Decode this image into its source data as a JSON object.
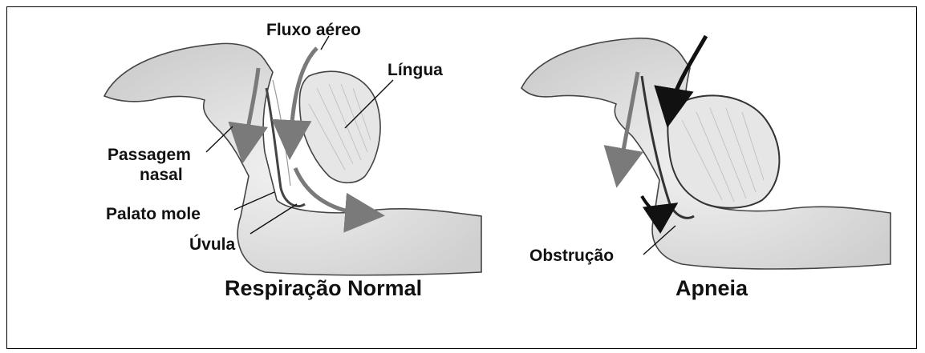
{
  "labels": {
    "airflow": "Fluxo aéreo",
    "tongue": "Língua",
    "nasal_passage_line1": "Passagem",
    "nasal_passage_line2": "nasal",
    "soft_palate": "Palato mole",
    "uvula": "Úvula",
    "obstruction": "Obstrução"
  },
  "titles": {
    "normal": "Respiração Normal",
    "apnea": "Apneia"
  },
  "colors": {
    "outline": "#3a3a3a",
    "shading": "#d7d7d7",
    "arrow_normal": "#7a7a7a",
    "arrow_apnea": "#111111"
  }
}
